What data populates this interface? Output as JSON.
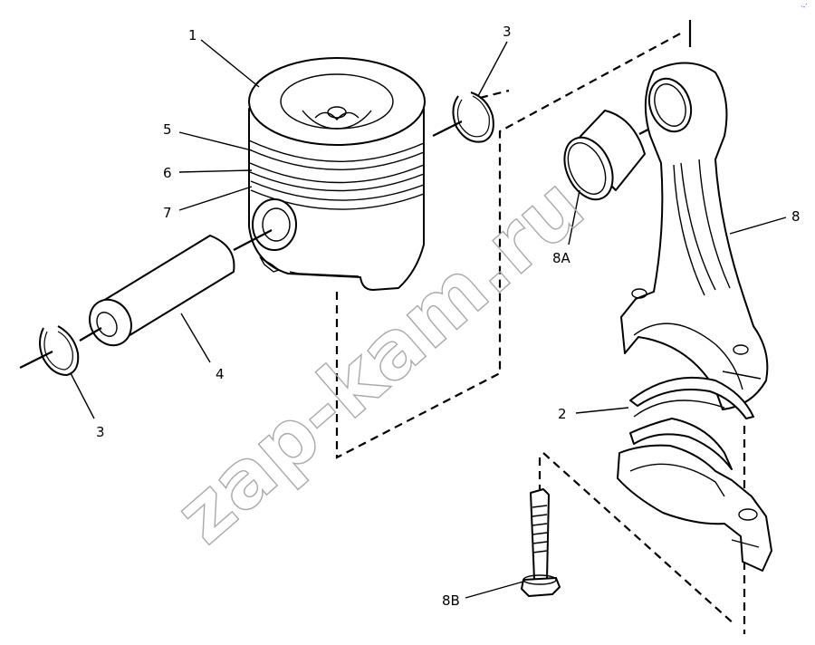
{
  "labels": {
    "piston": "1",
    "connecting_rod_bearing": "2",
    "retaining_ring_right": "3",
    "retaining_ring_left": "3",
    "piston_pin": "4",
    "ring_top": "5",
    "ring_middle": "6",
    "ring_oil": "7",
    "connecting_rod": "8",
    "bushing": "8A",
    "bolt": "8B"
  },
  "watermark": "zap-kam.ru",
  "corner_mark": "·-′"
}
